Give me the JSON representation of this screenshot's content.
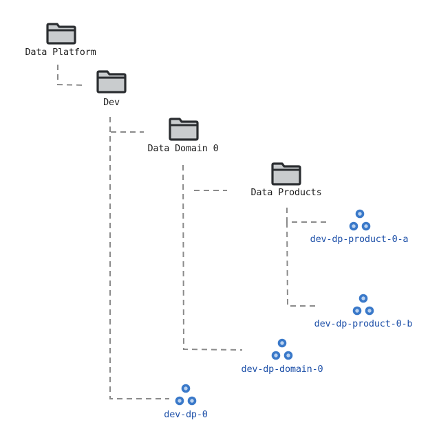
{
  "diagram": {
    "folders": [
      {
        "id": "data-platform",
        "label": "Data Platform",
        "icon": "folder-icon"
      },
      {
        "id": "dev",
        "label": "Dev",
        "icon": "folder-icon"
      },
      {
        "id": "data-domain-0",
        "label": "Data Domain 0",
        "icon": "folder-icon"
      },
      {
        "id": "data-products",
        "label": "Data Products",
        "icon": "folder-icon"
      }
    ],
    "projects": [
      {
        "id": "dev-dp-product-0-a",
        "label": "dev-dp-product-0-a",
        "icon": "project-icon"
      },
      {
        "id": "dev-dp-product-0-b",
        "label": "dev-dp-product-0-b",
        "icon": "project-icon"
      },
      {
        "id": "dev-dp-domain-0",
        "label": "dev-dp-domain-0",
        "icon": "project-icon"
      },
      {
        "id": "dev-dp-0",
        "label": "dev-dp-0",
        "icon": "project-icon"
      }
    ],
    "colors": {
      "folder_stroke": "#2a2d30",
      "folder_fill": "#c9ccce",
      "project_blue": "#3a79c9",
      "project_center": "#bcd3f0",
      "connector": "#8a8a8a",
      "label_dark": "#1e1e1e",
      "label_blue": "#1c4fa8"
    }
  }
}
